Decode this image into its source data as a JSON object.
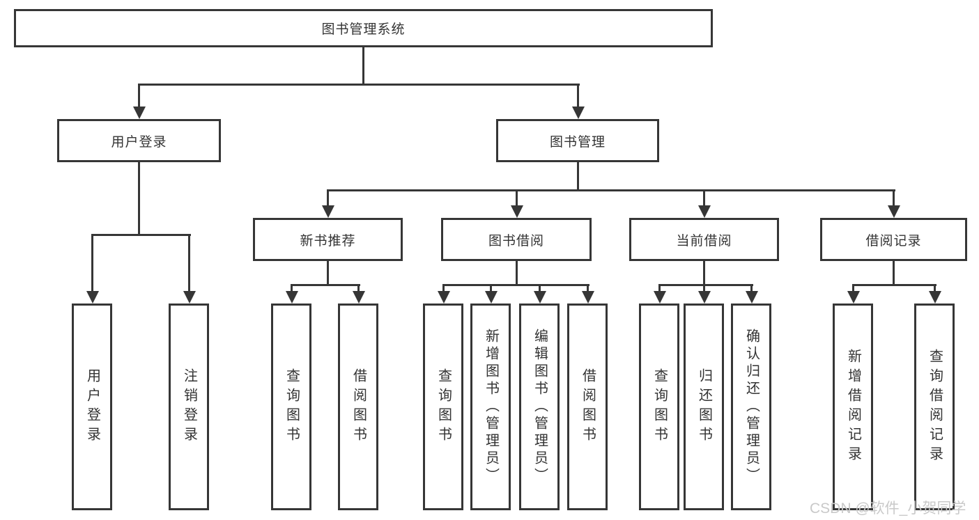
{
  "diagram": {
    "root": {
      "id": "library-system",
      "label": "图书管理系统"
    },
    "level2": [
      {
        "id": "user-login",
        "label": "用户登录",
        "parent": "library-system"
      },
      {
        "id": "book-management",
        "label": "图书管理",
        "parent": "library-system"
      }
    ],
    "level3": [
      {
        "id": "new-book-recommendation",
        "label": "新书推荐",
        "parent": "book-management"
      },
      {
        "id": "book-borrowing",
        "label": "图书借阅",
        "parent": "book-management"
      },
      {
        "id": "current-borrowing",
        "label": "当前借阅",
        "parent": "book-management"
      },
      {
        "id": "borrowing-records",
        "label": "借阅记录",
        "parent": "book-management"
      }
    ],
    "leaves": [
      {
        "id": "leaf-user-login",
        "label": "用户登录",
        "parent": "user-login"
      },
      {
        "id": "leaf-logout",
        "label": "注销登录",
        "parent": "user-login"
      },
      {
        "id": "leaf-query-books-recommend",
        "label": "查询图书",
        "parent": "new-book-recommendation"
      },
      {
        "id": "leaf-borrow-books-recommend",
        "label": "借阅图书",
        "parent": "new-book-recommendation"
      },
      {
        "id": "leaf-query-books-borrowing",
        "label": "查询图书",
        "parent": "book-borrowing"
      },
      {
        "id": "leaf-add-books-admin",
        "label": "新增图书（管理员）",
        "parent": "book-borrowing"
      },
      {
        "id": "leaf-edit-books-admin",
        "label": "编辑图书（管理员）",
        "parent": "book-borrowing"
      },
      {
        "id": "leaf-borrow-books",
        "label": "借阅图书",
        "parent": "book-borrowing"
      },
      {
        "id": "leaf-query-books-current",
        "label": "查询图书",
        "parent": "current-borrowing"
      },
      {
        "id": "leaf-return-books",
        "label": "归还图书",
        "parent": "current-borrowing"
      },
      {
        "id": "leaf-confirm-return-admin",
        "label": "确认归还（管理员）",
        "parent": "current-borrowing"
      },
      {
        "id": "leaf-add-borrow-record",
        "label": "新增借阅记录",
        "parent": "borrowing-records"
      },
      {
        "id": "leaf-query-borrow-record",
        "label": "查询借阅记录",
        "parent": "borrowing-records"
      }
    ],
    "colors": {
      "line": "#363636",
      "text": "#333333",
      "watermark": "#c9c9c9",
      "background": "#ffffff"
    }
  },
  "watermark": {
    "text": "CSDN @软件_小贺同学"
  }
}
